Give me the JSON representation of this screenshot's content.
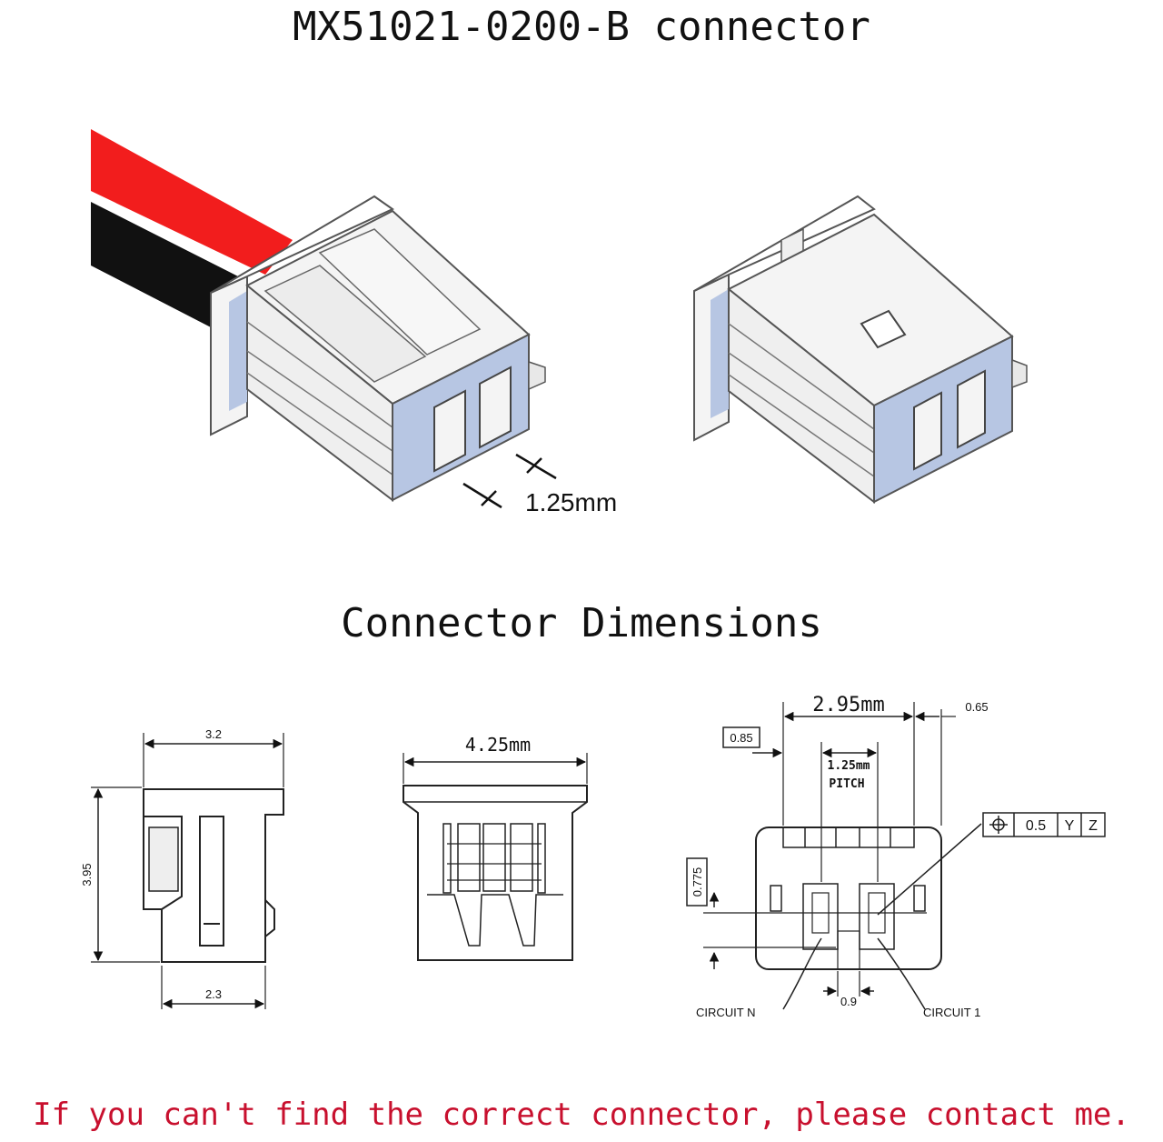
{
  "title": "MX51021-0200-B connector",
  "section_title": "Connector Dimensions",
  "footer_note": "If you can't find the correct connector, please contact me.",
  "colors": {
    "wire_red": "#f21d1d",
    "wire_black": "#111111",
    "housing_blue": "#b7c6e3",
    "housing_white": "#f4f4f4",
    "footer_red": "#c8102e"
  },
  "pitch_label": "1.25mm",
  "side_view": {
    "top_width": "3.2",
    "height": "3.95",
    "bottom_width": "2.3"
  },
  "front_view": {
    "width": "4.25mm"
  },
  "bottom_view": {
    "width": "2.95mm",
    "right_offset": "0.65",
    "left_offset": "0.85",
    "pitch": "1.25mm",
    "pitch_word": "PITCH",
    "row_offset": "0.775",
    "gap": "0.9",
    "tolerance_value": "0.5",
    "datum_1": "Y",
    "datum_2": "Z",
    "circuit_n": "CIRCUIT N",
    "circuit_1": "CIRCUIT 1"
  }
}
